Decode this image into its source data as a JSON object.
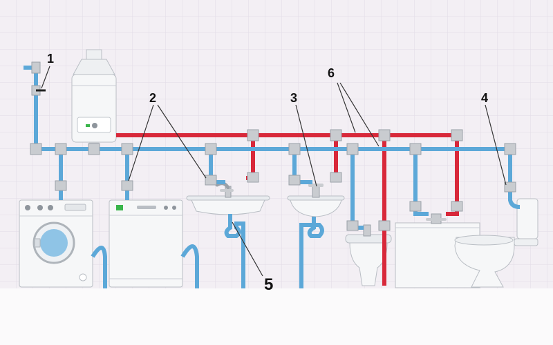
{
  "labels": {
    "l1": "1",
    "l2": "2",
    "l3": "3",
    "l4": "4",
    "l5": "5",
    "l6": "6"
  },
  "colors": {
    "cold_pipe": "#5ca8d8",
    "hot_pipe": "#d8283a",
    "fitting": "#c9ccd0",
    "tile_background": "#f3eff4",
    "floor": "#fbfafb",
    "appliance_body": "#f6f7f8",
    "appliance_outline": "#b9bec4"
  },
  "fixtures": [
    "water-heater-icon",
    "washing-machine-icon",
    "dishwasher-icon",
    "kitchen-sink-icon",
    "washbasin-icon",
    "bidet-icon",
    "bathtub-icon",
    "toilet-icon"
  ]
}
